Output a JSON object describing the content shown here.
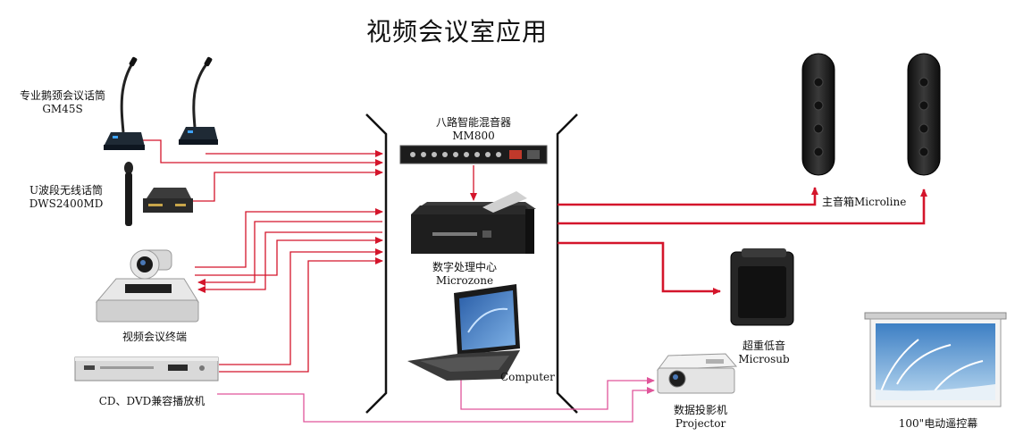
{
  "title": "视频会议室应用",
  "colors": {
    "audio_line": "#d4152b",
    "video_line": "#e0559a",
    "bracket": "#111111",
    "device_dark": "#1e1e1e"
  },
  "devices": {
    "gooseneck_mic": {
      "name": "专业鹅颈会议话筒",
      "model": "GM45S"
    },
    "wireless_mic": {
      "name": "U波段无线话筒",
      "model": "DWS2400MD"
    },
    "video_terminal": {
      "name": "视频会议终端"
    },
    "dvd_player": {
      "name": "CD、DVD兼容播放机"
    },
    "mixer": {
      "name": "八路智能混音器",
      "model": "MM800"
    },
    "processor": {
      "name": "数字处理中心",
      "model": "Microzone"
    },
    "computer": {
      "name": "Computer"
    },
    "main_speaker": {
      "name": "主音箱Microline"
    },
    "subwoofer": {
      "name": "超重低音",
      "model": "Microsub"
    },
    "projector": {
      "name": "数据投影机",
      "model": "Projector"
    },
    "screen": {
      "name": "100\"电动遥控幕"
    }
  }
}
